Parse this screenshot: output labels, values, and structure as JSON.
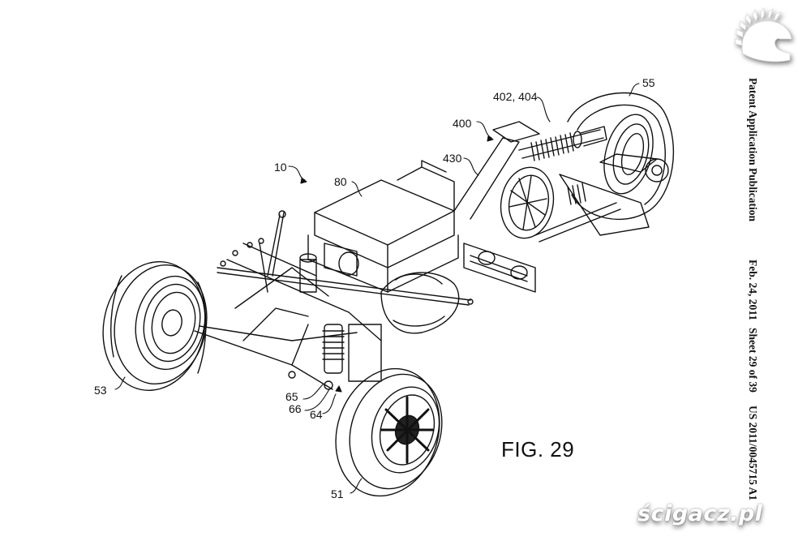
{
  "document": {
    "type": "patent drawing sheet",
    "figure_label": "FIG. 29",
    "header": {
      "publication": "Patent Application Publication",
      "date": "Feb. 24, 2011",
      "sheet": "Sheet 29 of 39",
      "number": "US 2011/0045715 A1"
    },
    "reference_numerals": [
      {
        "id": "vehicle",
        "text": "10"
      },
      {
        "id": "battery-box",
        "text": "80"
      },
      {
        "id": "rear-assembly",
        "text": "400"
      },
      {
        "id": "shock-spring",
        "text": "402, 404"
      },
      {
        "id": "swing-arm",
        "text": "430"
      },
      {
        "id": "rear-wheel",
        "text": "55"
      },
      {
        "id": "left-front-wheel",
        "text": "53"
      },
      {
        "id": "right-front-wheel",
        "text": "51"
      },
      {
        "id": "suspension-65",
        "text": "65"
      },
      {
        "id": "suspension-66",
        "text": "66"
      },
      {
        "id": "suspension-64",
        "text": "64"
      }
    ],
    "watermark": "ścigacz.pl"
  }
}
